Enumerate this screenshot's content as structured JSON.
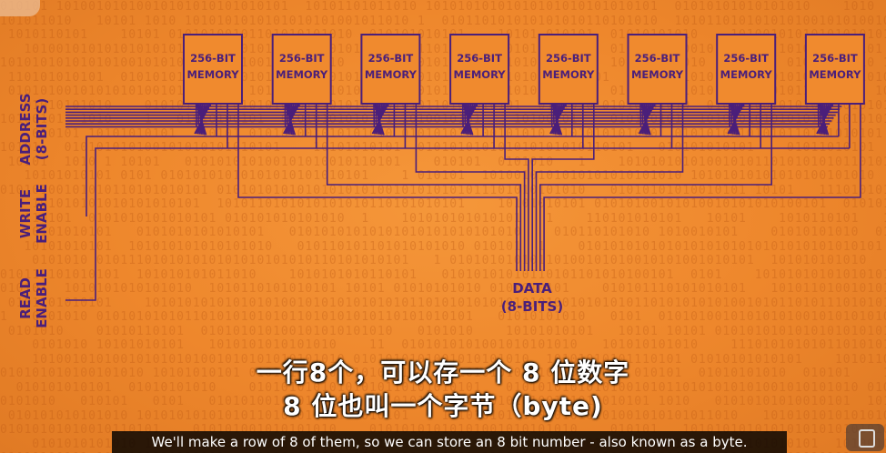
{
  "memory_label_line1": "256-BIT",
  "memory_label_line2": "MEMORY",
  "memory_count": 8,
  "address_label": [
    "ADDRESS",
    "(8-BITS)"
  ],
  "write_label": [
    "WRITE",
    "ENABLE"
  ],
  "read_label": [
    "READ",
    "ENABLE"
  ],
  "data_label": [
    "DATA",
    "(8-BITS)"
  ],
  "subtitles": {
    "cn_line1": "一行8个，可以存一个 8 位数字",
    "cn_line2": "8 位也叫一个字节（byte)",
    "en": "We'll make a row of 8 of them, so we can store an 8 bit number - also known as a byte."
  },
  "colors": {
    "background": "#f08a2e",
    "line": "#4a1f7a",
    "box": "#f08a2e"
  }
}
